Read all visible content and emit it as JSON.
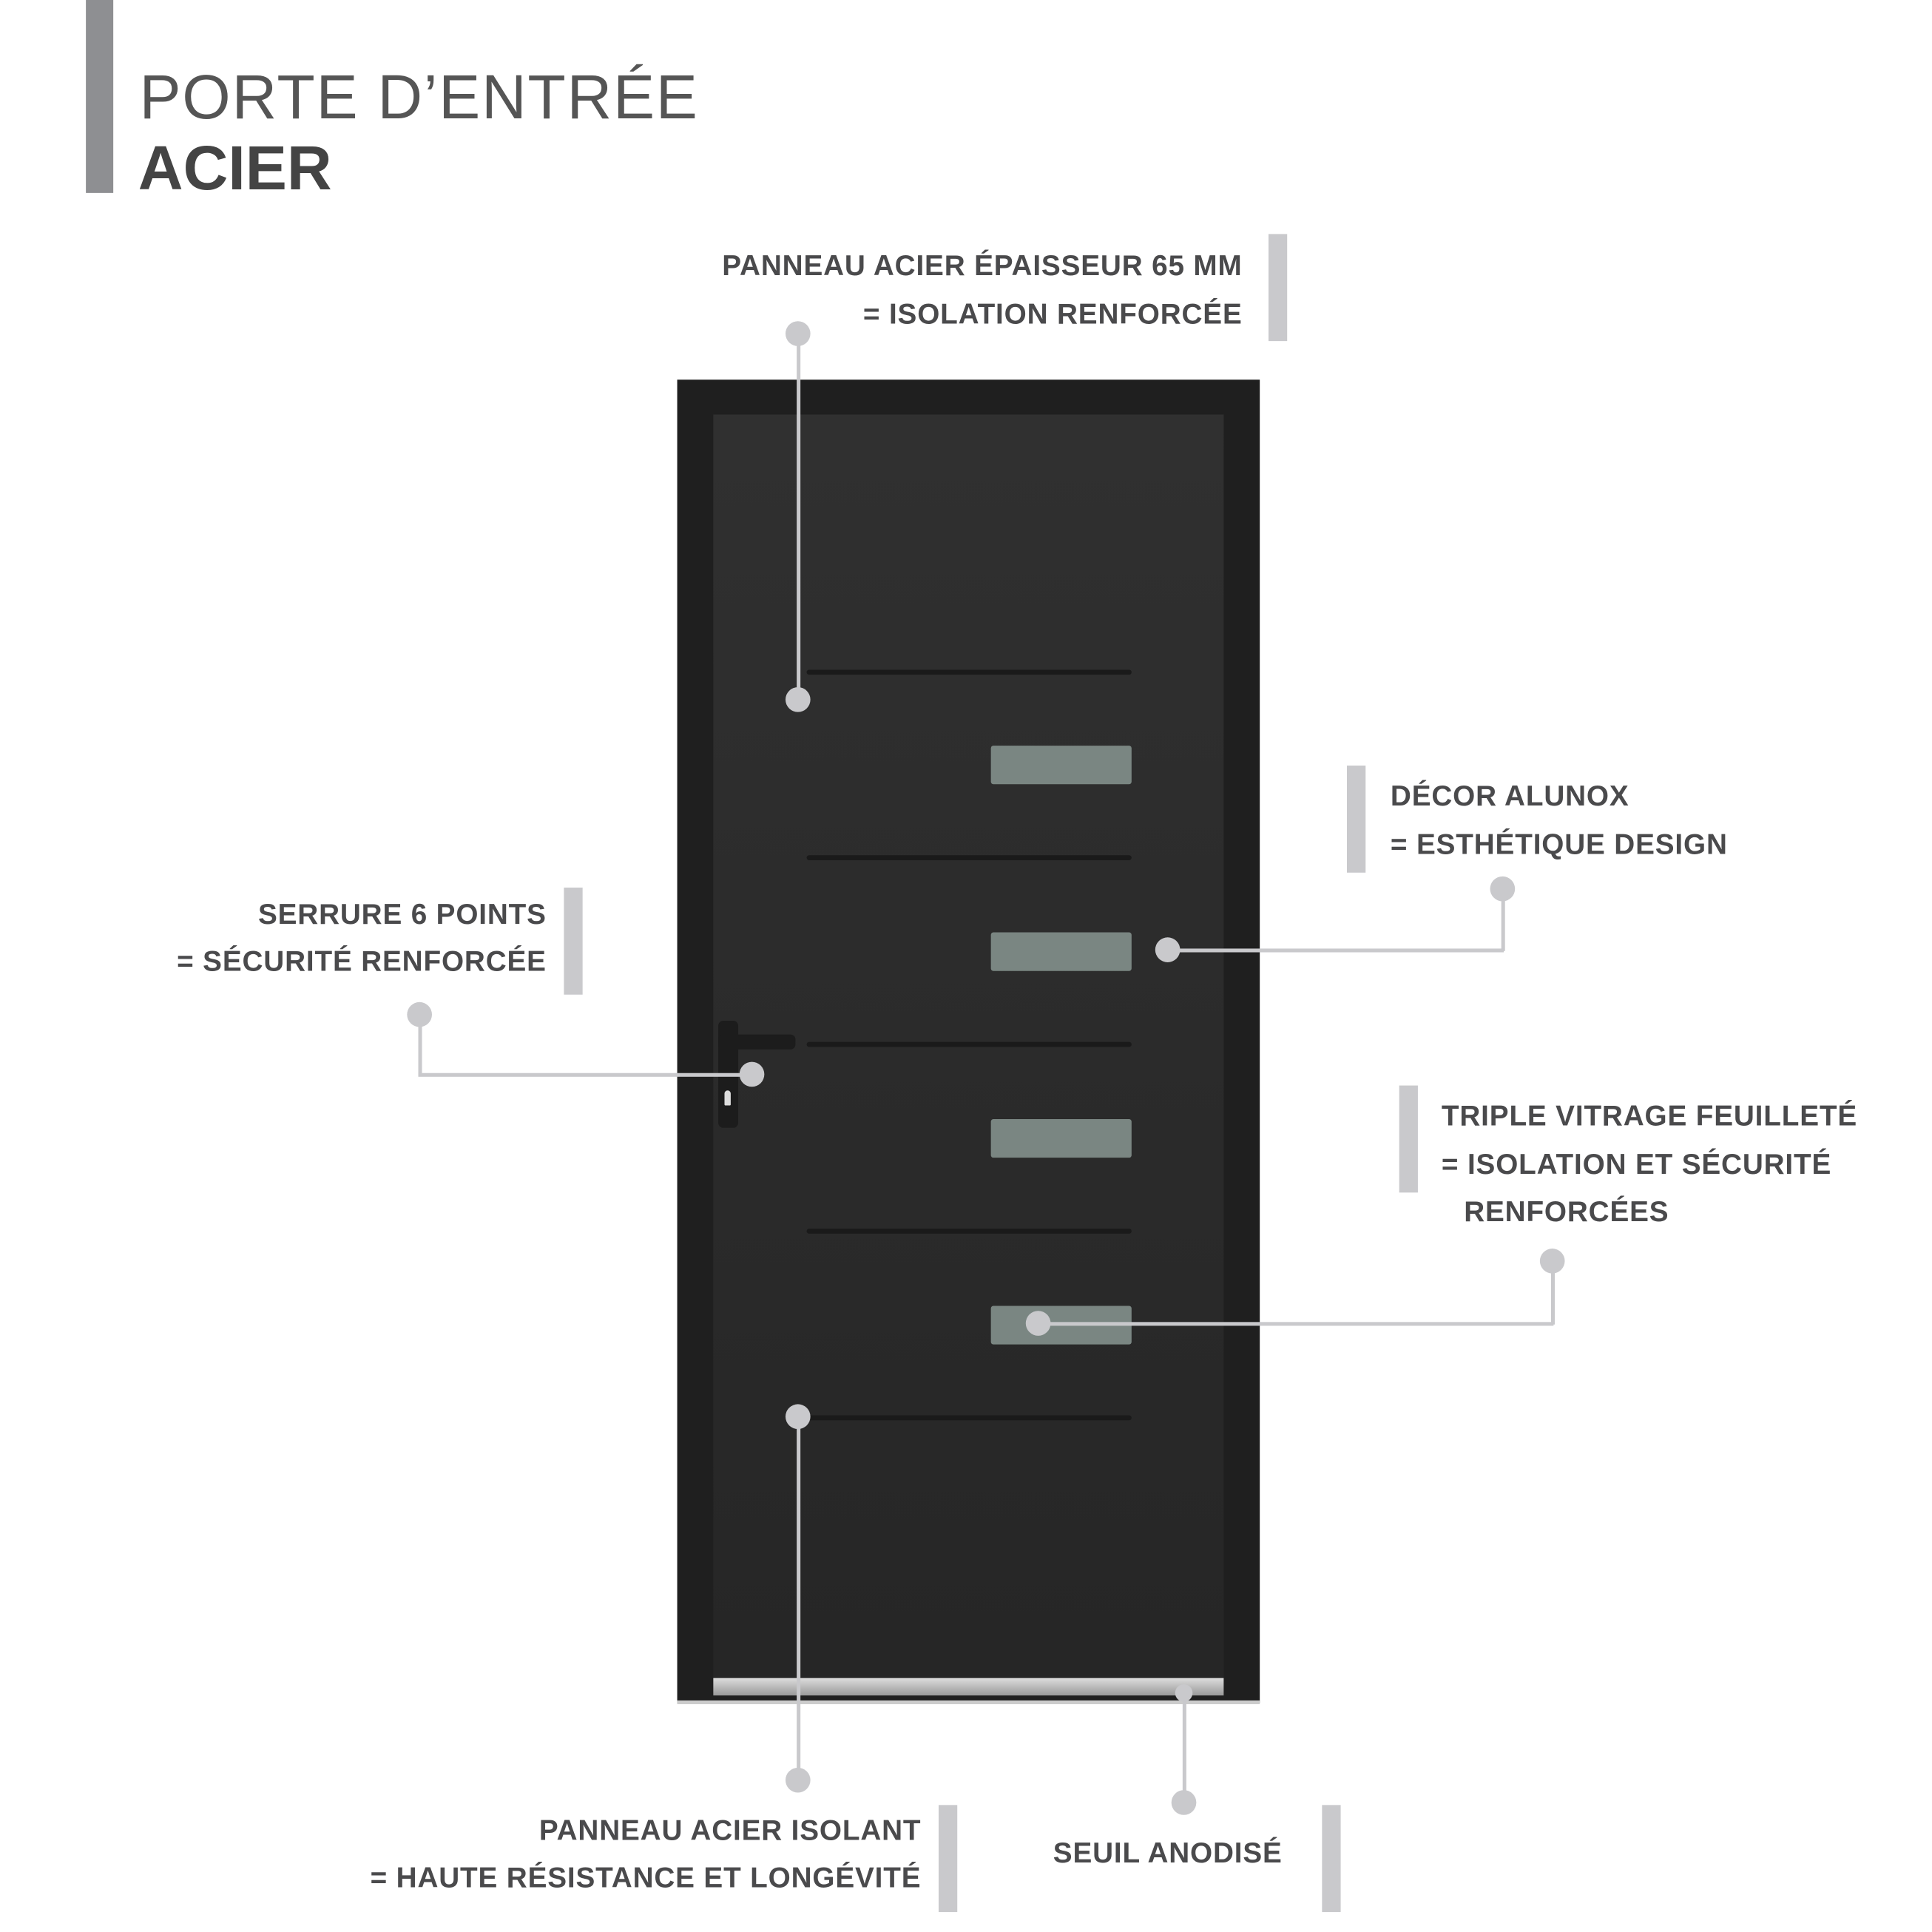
{
  "title": {
    "line1": "PORTE D’ENTRÉE",
    "line2": "ACIER"
  },
  "callouts": {
    "panel_thickness": {
      "line1": "PANNEAU ACIER ÉPAISSEUR 65 MM",
      "line2": "= ISOLATION RENFORCÉE"
    },
    "decor": {
      "line1": "DÉCOR ALUNOX",
      "line2": "= ESTHÉTIQUE DESIGN"
    },
    "lock": {
      "line1": "SERRURE 6 POINTS",
      "line2": "= SÉCURITÉ RENFORCÉE"
    },
    "glazing": {
      "line1": "TRIPLE VITRAGE FEUILLETÉ",
      "line2": "= ISOLATION ET SÉCURITÉ",
      "line3": "RENFORCÉES"
    },
    "insulating_panel": {
      "line1": "PANNEAU ACIER ISOLANT",
      "line2": "= HAUTE RÉSISTANCE ET LONGÉVITÉ"
    },
    "threshold": {
      "line1": "SEUIL ANODISÉ"
    }
  },
  "colors": {
    "door": "#2b2b2b",
    "frame": "#1f1f1f",
    "accent_bar": "#8e8f92",
    "callout": "#c9c9cc",
    "glass": "#7a8682"
  }
}
